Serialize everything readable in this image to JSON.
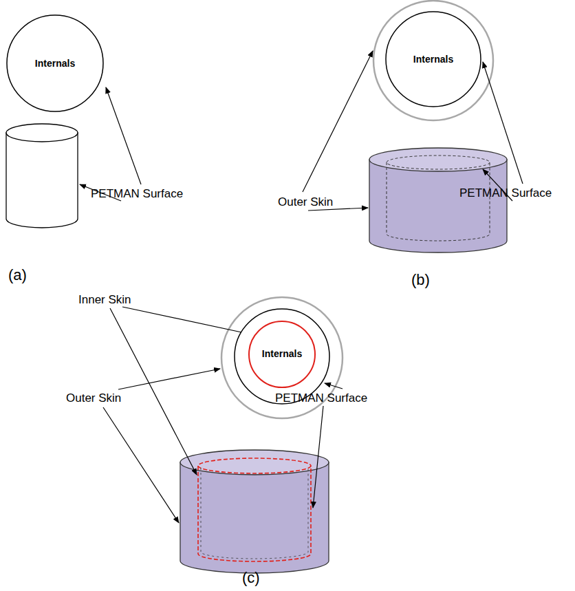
{
  "diagram": {
    "nodes": [
      {
        "text": [
          "Internals"
        ]
      },
      {
        "text": [
          "Internals"
        ]
      },
      {
        "text": [
          "Internals"
        ]
      }
    ],
    "labels": [
      "PETMAN Surface",
      "(a)",
      "Outer Skin",
      "PETMAN Surface",
      "(b)",
      "Inner Skin",
      "Outer Skin",
      "PETMAN Surface",
      "(c)"
    ]
  }
}
